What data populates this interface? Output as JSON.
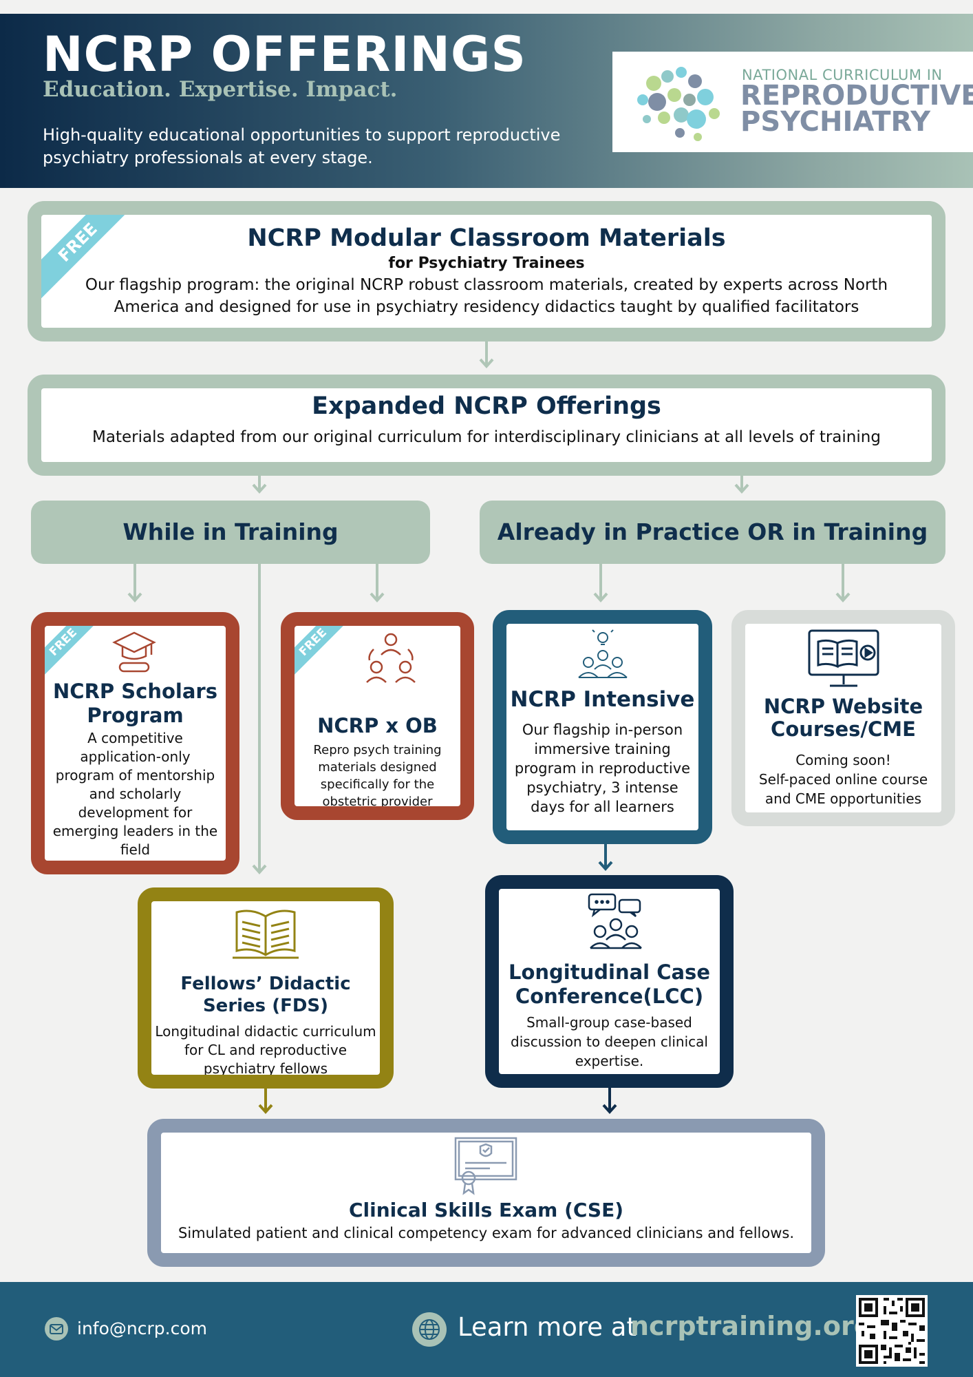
{
  "header": {
    "title": "NCRP OFFERINGS",
    "tagline": "Education. Expertise. Impact.",
    "subtitle": "High-quality educational opportunities to support reproductive psychiatry professionals at every stage.",
    "logo_line1": "NATIONAL CURRICULUM IN",
    "logo_line2": "REPRODUCTIVE",
    "logo_line3": "PSYCHIATRY"
  },
  "free_label": "FREE",
  "modular": {
    "title": "NCRP Modular Classroom Materials",
    "subtitle": "for Psychiatry Trainees",
    "description": "Our flagship program: the original NCRP robust classroom materials, created by experts across North America and designed for use in psychiatry residency didactics taught by qualified facilitators"
  },
  "expanded": {
    "title": "Expanded NCRP Offerings",
    "description": "Materials adapted from our original curriculum for interdisciplinary clinicians at all levels of training"
  },
  "branches": {
    "training": "While in Training",
    "practice": "Already in Practice OR in Training"
  },
  "cards": {
    "scholars": {
      "title": "NCRP Scholars Program",
      "description": "A competitive application-only program of mentorship and scholarly development for emerging leaders in the field"
    },
    "ob": {
      "title": "NCRP x OB",
      "description": "Repro psych training materials designed specifically for the obstetric provider"
    },
    "intensive": {
      "title": "NCRP Intensive",
      "description": "Our flagship in-person immersive training program in reproductive psychiatry, 3 intense days for all learners"
    },
    "website": {
      "title": "NCRP Website Courses/CME",
      "status": "Coming soon!",
      "description": "Self-paced online course and CME opportunities"
    },
    "fds": {
      "title": "Fellows’ Didactic Series (FDS)",
      "description": "Longitudinal didactic curriculum for CL and reproductive psychiatry fellows"
    },
    "lcc": {
      "title": "Longitudinal Case Conference(LCC)",
      "description": "Small-group case-based discussion to deepen clinical expertise."
    },
    "cse": {
      "title": "Clinical Skills Exam (CSE)",
      "description": "Simulated patient and clinical competency exam for advanced clinicians and fellows."
    }
  },
  "footer": {
    "email": "info@ncrp.com",
    "learn_label": "Learn more at",
    "url": "ncrptraining.org"
  },
  "colors": {
    "navy": "#0f2e4c",
    "sage": "#b0c6b7",
    "rust": "#a84630",
    "teal": "#225d7a",
    "olive": "#938314",
    "slate": "#8a9ab1",
    "free": "#7fd0dd"
  }
}
